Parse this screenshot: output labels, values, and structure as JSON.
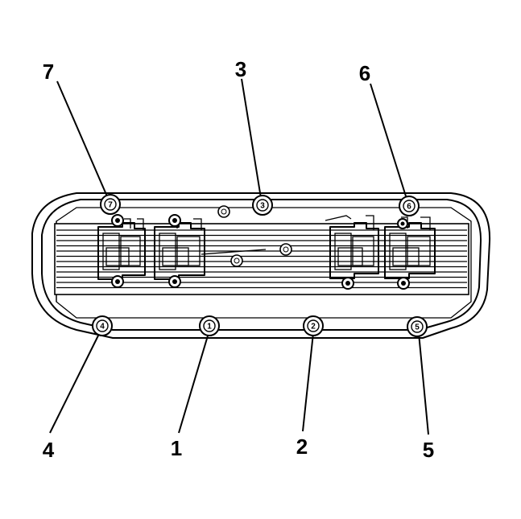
{
  "diagram": {
    "bolts": [
      {
        "id": "1",
        "label": "1"
      },
      {
        "id": "2",
        "label": "2"
      },
      {
        "id": "3",
        "label": "3"
      },
      {
        "id": "4",
        "label": "4"
      },
      {
        "id": "5",
        "label": "5"
      },
      {
        "id": "6",
        "label": "6"
      },
      {
        "id": "7",
        "label": "7"
      }
    ]
  }
}
